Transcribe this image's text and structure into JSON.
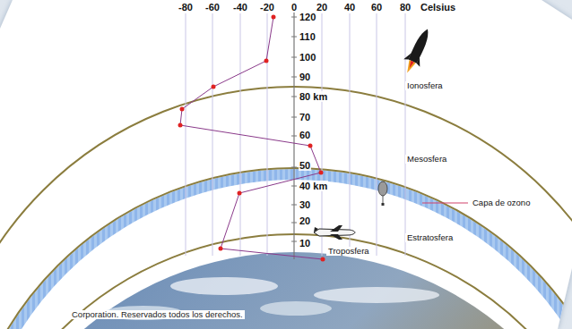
{
  "diagram": {
    "labels": [
      "-80",
      "-60",
      "-40",
      "-20",
      "0",
      "20",
      "40",
      "60",
      "80",
      "Celsius",
      "120",
      "110",
      "100",
      "90",
      "80 km",
      "70",
      "60",
      "50",
      "40 km",
      "30",
      "20",
      "10",
      "Ionosfera",
      "Mesosfera",
      "Capa de ozono",
      "Estratosfera",
      "Troposfera",
      "Corporation. Reservados todos los derechos."
    ]
  }
}
